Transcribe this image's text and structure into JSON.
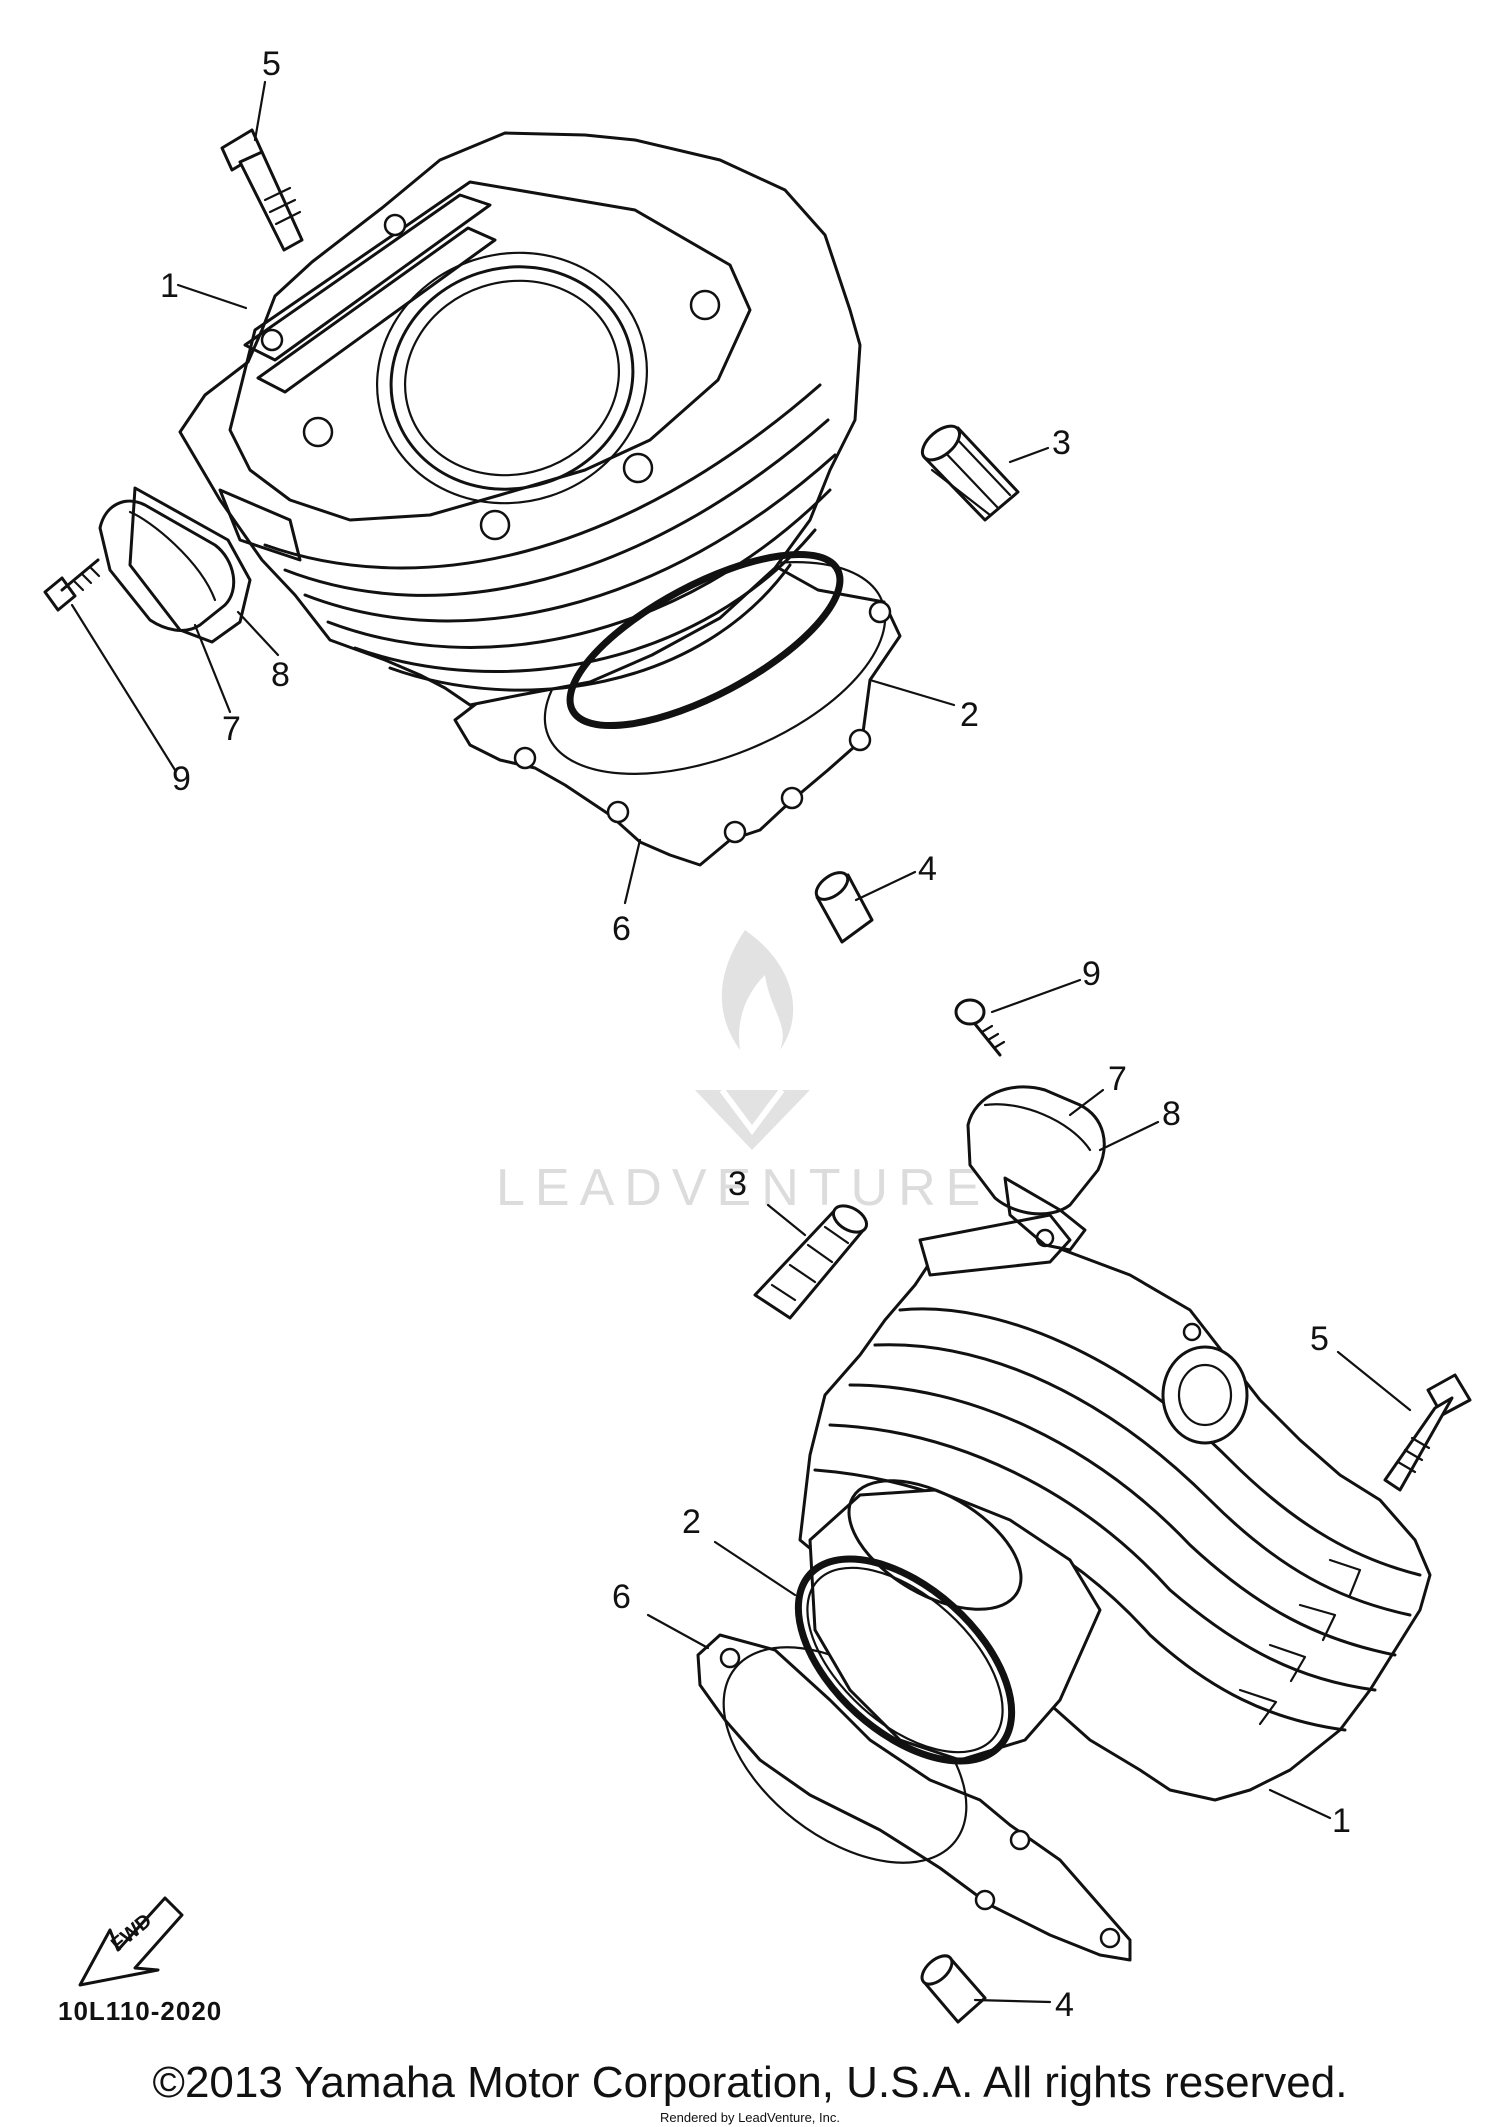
{
  "diagram": {
    "code": "10L110-2020",
    "fwd_label": "FWD",
    "upper_callouts": {
      "c1": "1",
      "c2": "2",
      "c3": "3",
      "c4": "4",
      "c5": "5",
      "c6": "6",
      "c7": "7",
      "c8": "8",
      "c9": "9"
    },
    "lower_callouts": {
      "c1": "1",
      "c2": "2",
      "c3": "3",
      "c4": "4",
      "c5": "5",
      "c6": "6",
      "c7": "7",
      "c8": "8",
      "c9": "9"
    }
  },
  "watermark": {
    "text": "LEADVENTURE",
    "color": "#dcdcdc"
  },
  "footer": {
    "copyright": "©2013 Yamaha Motor Corporation, U.S.A. All rights reserved.",
    "rendered_by": "Rendered by LeadVenture, Inc."
  }
}
